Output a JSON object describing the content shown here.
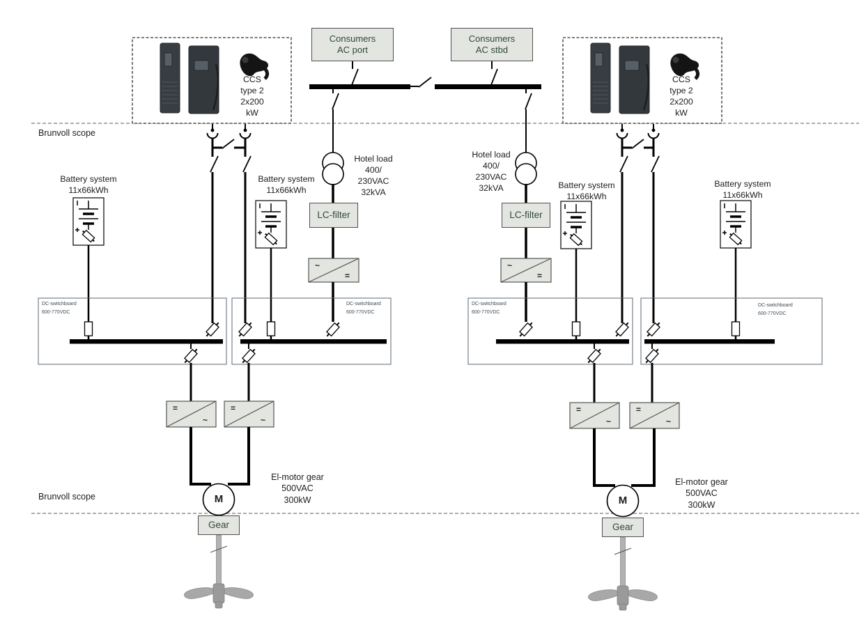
{
  "colors": {
    "box_fill": "#e3e5e1",
    "box_border": "#4f4f4f",
    "box_text": "#2f4739",
    "wire": "#000000",
    "scope_dash": "#7a7a7a",
    "switchboard_border": "#5b6770"
  },
  "scope": {
    "top_label": "Brunvoll scope",
    "bottom_label": "Brunvoll scope"
  },
  "chargers": {
    "label_lines": [
      "CCS",
      "type 2",
      "2x200",
      "kW"
    ]
  },
  "consumers": {
    "port_lines": [
      "Consumers",
      "AC port"
    ],
    "stbd_lines": [
      "Consumers",
      "AC stbd"
    ]
  },
  "hotel_load": {
    "lines": [
      "Hotel load",
      "400/",
      "230VAC",
      "32kVA"
    ]
  },
  "battery": {
    "lines": [
      "Battery system",
      "11x66kWh"
    ]
  },
  "lc_filter": {
    "label": "LC-filter"
  },
  "switchboard": {
    "lines": [
      "DC-switchboard",
      "600-770VDC"
    ]
  },
  "converter": {
    "ac": "~",
    "dc": "="
  },
  "motor": {
    "label": "M"
  },
  "gear": {
    "label": "Gear"
  },
  "el_motor": {
    "lines": [
      "El-motor gear",
      "500VAC",
      "300kW"
    ]
  }
}
